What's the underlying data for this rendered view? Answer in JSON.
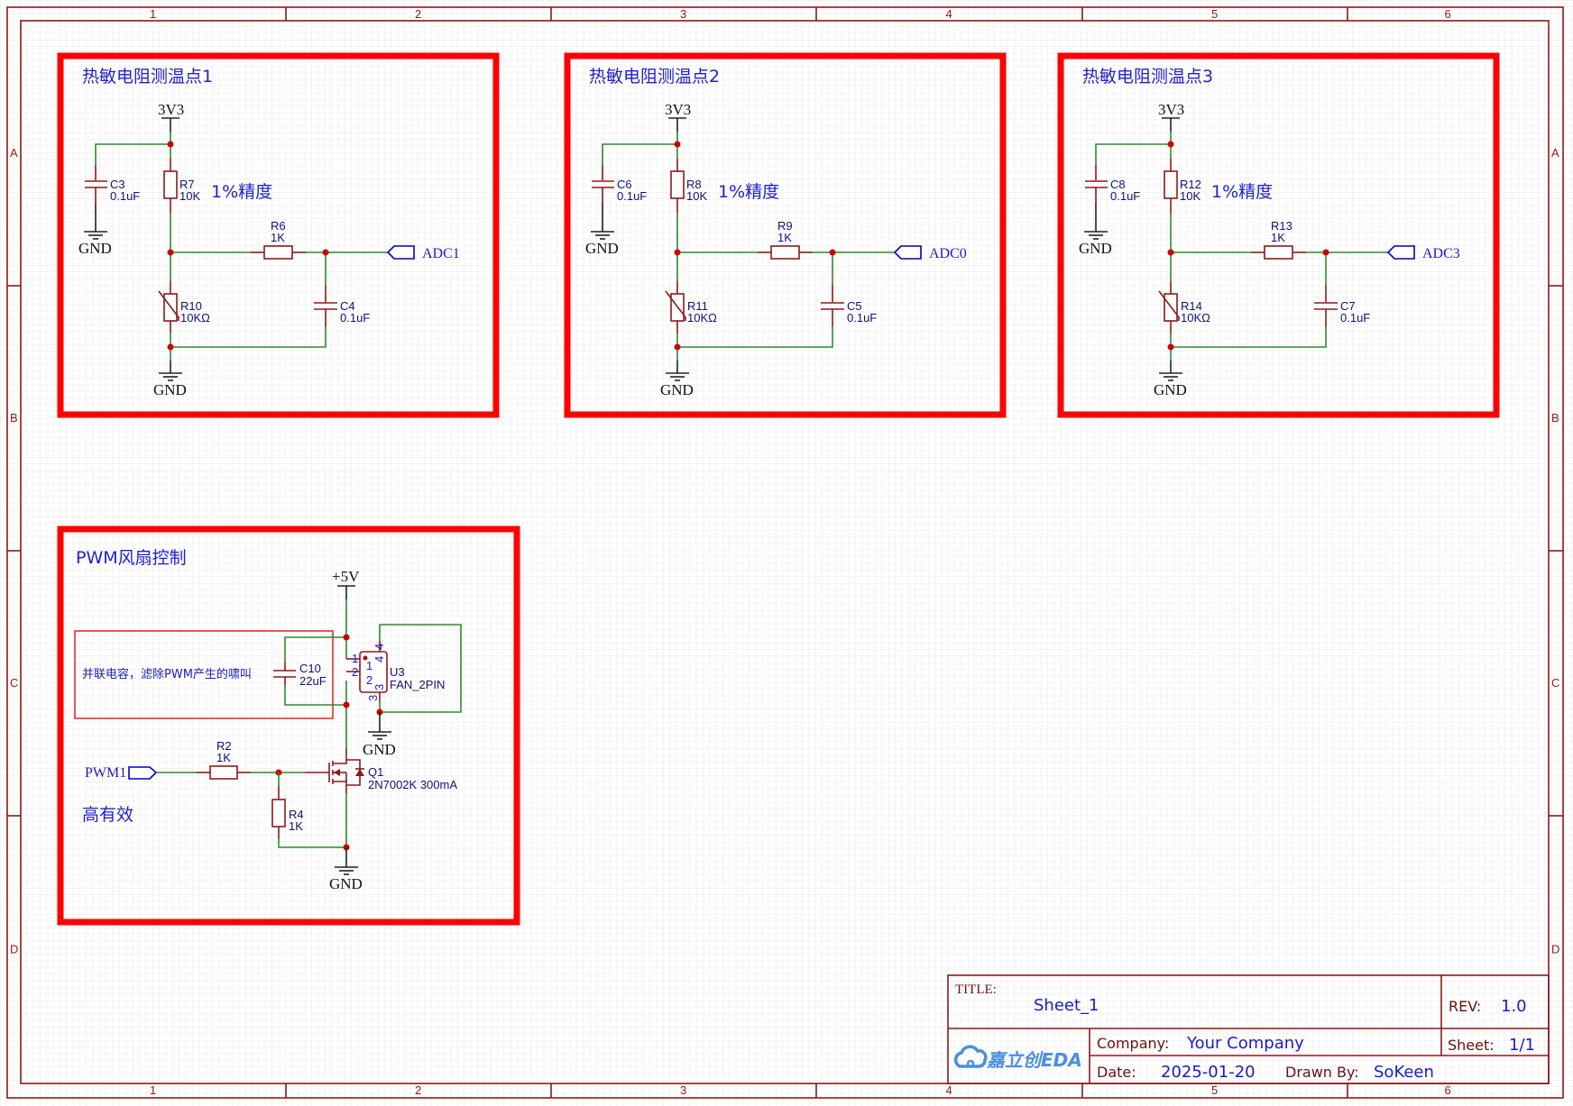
{
  "sheet": {
    "zones_top": [
      "1",
      "2",
      "3",
      "4",
      "5",
      "6"
    ],
    "zones_side": [
      "A",
      "B",
      "C",
      "D"
    ],
    "colors": {
      "frame": "#8b1a1a",
      "group_box": "#ff0000",
      "wire": "#2e8b2e",
      "junction": "#cc0000",
      "text_blue": "#1f1fd0"
    }
  },
  "thermistor_groups": [
    {
      "title": "热敏电阻测温点1",
      "supply": "3V3",
      "gnd_label": "GND",
      "precision_note": "1%精度",
      "decap": {
        "ref": "C3",
        "value": "0.1uF"
      },
      "pullup": {
        "ref": "R7",
        "value": "10K"
      },
      "series": {
        "ref": "R6",
        "value": "1K"
      },
      "ntc": {
        "ref": "R10",
        "value": "10KΩ"
      },
      "filter_cap": {
        "ref": "C4",
        "value": "0.1uF"
      },
      "port": "ADC1"
    },
    {
      "title": "热敏电阻测温点2",
      "supply": "3V3",
      "gnd_label": "GND",
      "precision_note": "1%精度",
      "decap": {
        "ref": "C6",
        "value": "0.1uF"
      },
      "pullup": {
        "ref": "R8",
        "value": "10K"
      },
      "series": {
        "ref": "R9",
        "value": "1K"
      },
      "ntc": {
        "ref": "R11",
        "value": "10KΩ"
      },
      "filter_cap": {
        "ref": "C5",
        "value": "0.1uF"
      },
      "port": "ADC0"
    },
    {
      "title": "热敏电阻测温点3",
      "supply": "3V3",
      "gnd_label": "GND",
      "precision_note": "1%精度",
      "decap": {
        "ref": "C8",
        "value": "0.1uF"
      },
      "pullup": {
        "ref": "R12",
        "value": "10K"
      },
      "series": {
        "ref": "R13",
        "value": "1K"
      },
      "ntc": {
        "ref": "R14",
        "value": "10KΩ"
      },
      "filter_cap": {
        "ref": "C7",
        "value": "0.1uF"
      },
      "port": "ADC3"
    }
  ],
  "pwm_group": {
    "title": "PWM风扇控制",
    "supply": "+5V",
    "gnd_label": "GND",
    "cap_note": "并联电容，滤除PWM产生的啸叫",
    "cap": {
      "ref": "C10",
      "value": "22uF"
    },
    "fan": {
      "ref": "U3",
      "value": "FAN_2PIN",
      "pins": [
        "1",
        "2",
        "3",
        "4"
      ]
    },
    "gate_res": {
      "ref": "R2",
      "value": "1K"
    },
    "pulldown": {
      "ref": "R4",
      "value": "1K"
    },
    "mosfet": {
      "ref": "Q1",
      "value": "2N7002K 300mA"
    },
    "port": "PWM1",
    "active_note": "高有效"
  },
  "title_block": {
    "title_label": "TITLE:",
    "title_value": "Sheet_1",
    "rev_label": "REV:",
    "rev_value": "1.0",
    "company_label": "Company:",
    "company_value": "Your Company",
    "sheet_label": "Sheet:",
    "sheet_value": "1/1",
    "date_label": "Date:",
    "date_value": "2025-01-20",
    "drawn_label": "Drawn By:",
    "drawn_value": "SoKeen",
    "logo_text": "嘉立创EDA"
  }
}
